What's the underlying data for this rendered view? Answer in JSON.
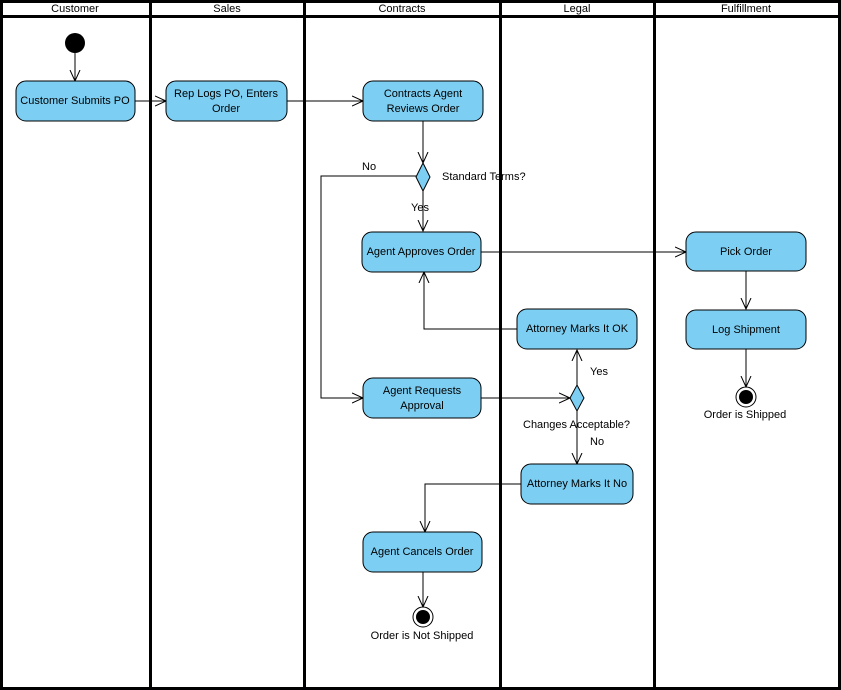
{
  "lanes": [
    "Customer",
    "Sales",
    "Contracts",
    "Legal",
    "Fulfillment"
  ],
  "actions": {
    "customer_submits": [
      "Customer Submits PO"
    ],
    "rep_logs": [
      "Rep Logs PO, Enters",
      "Order"
    ],
    "agent_reviews": [
      "Contracts Agent",
      "Reviews Order"
    ],
    "agent_approves": [
      "Agent Approves Order"
    ],
    "agent_requests": [
      "Agent Requests",
      "Approval"
    ],
    "agent_cancels": [
      "Agent Cancels Order"
    ],
    "attorney_ok": [
      "Attorney Marks It OK"
    ],
    "attorney_no": [
      "Attorney Marks It No"
    ],
    "pick_order": [
      "Pick Order"
    ],
    "log_shipment": [
      "Log Shipment"
    ]
  },
  "decisions": {
    "standard_terms": "Standard Terms?",
    "changes_acceptable": "Changes Acceptable?"
  },
  "guards": {
    "no_1": "No",
    "yes_1": "Yes",
    "yes_2": "Yes",
    "no_2": "No"
  },
  "finals": {
    "shipped": "Order is Shipped",
    "not_shipped": "Order is Not Shipped"
  },
  "colors": {
    "action_fill": "#7ccff3",
    "line": "#000000"
  }
}
